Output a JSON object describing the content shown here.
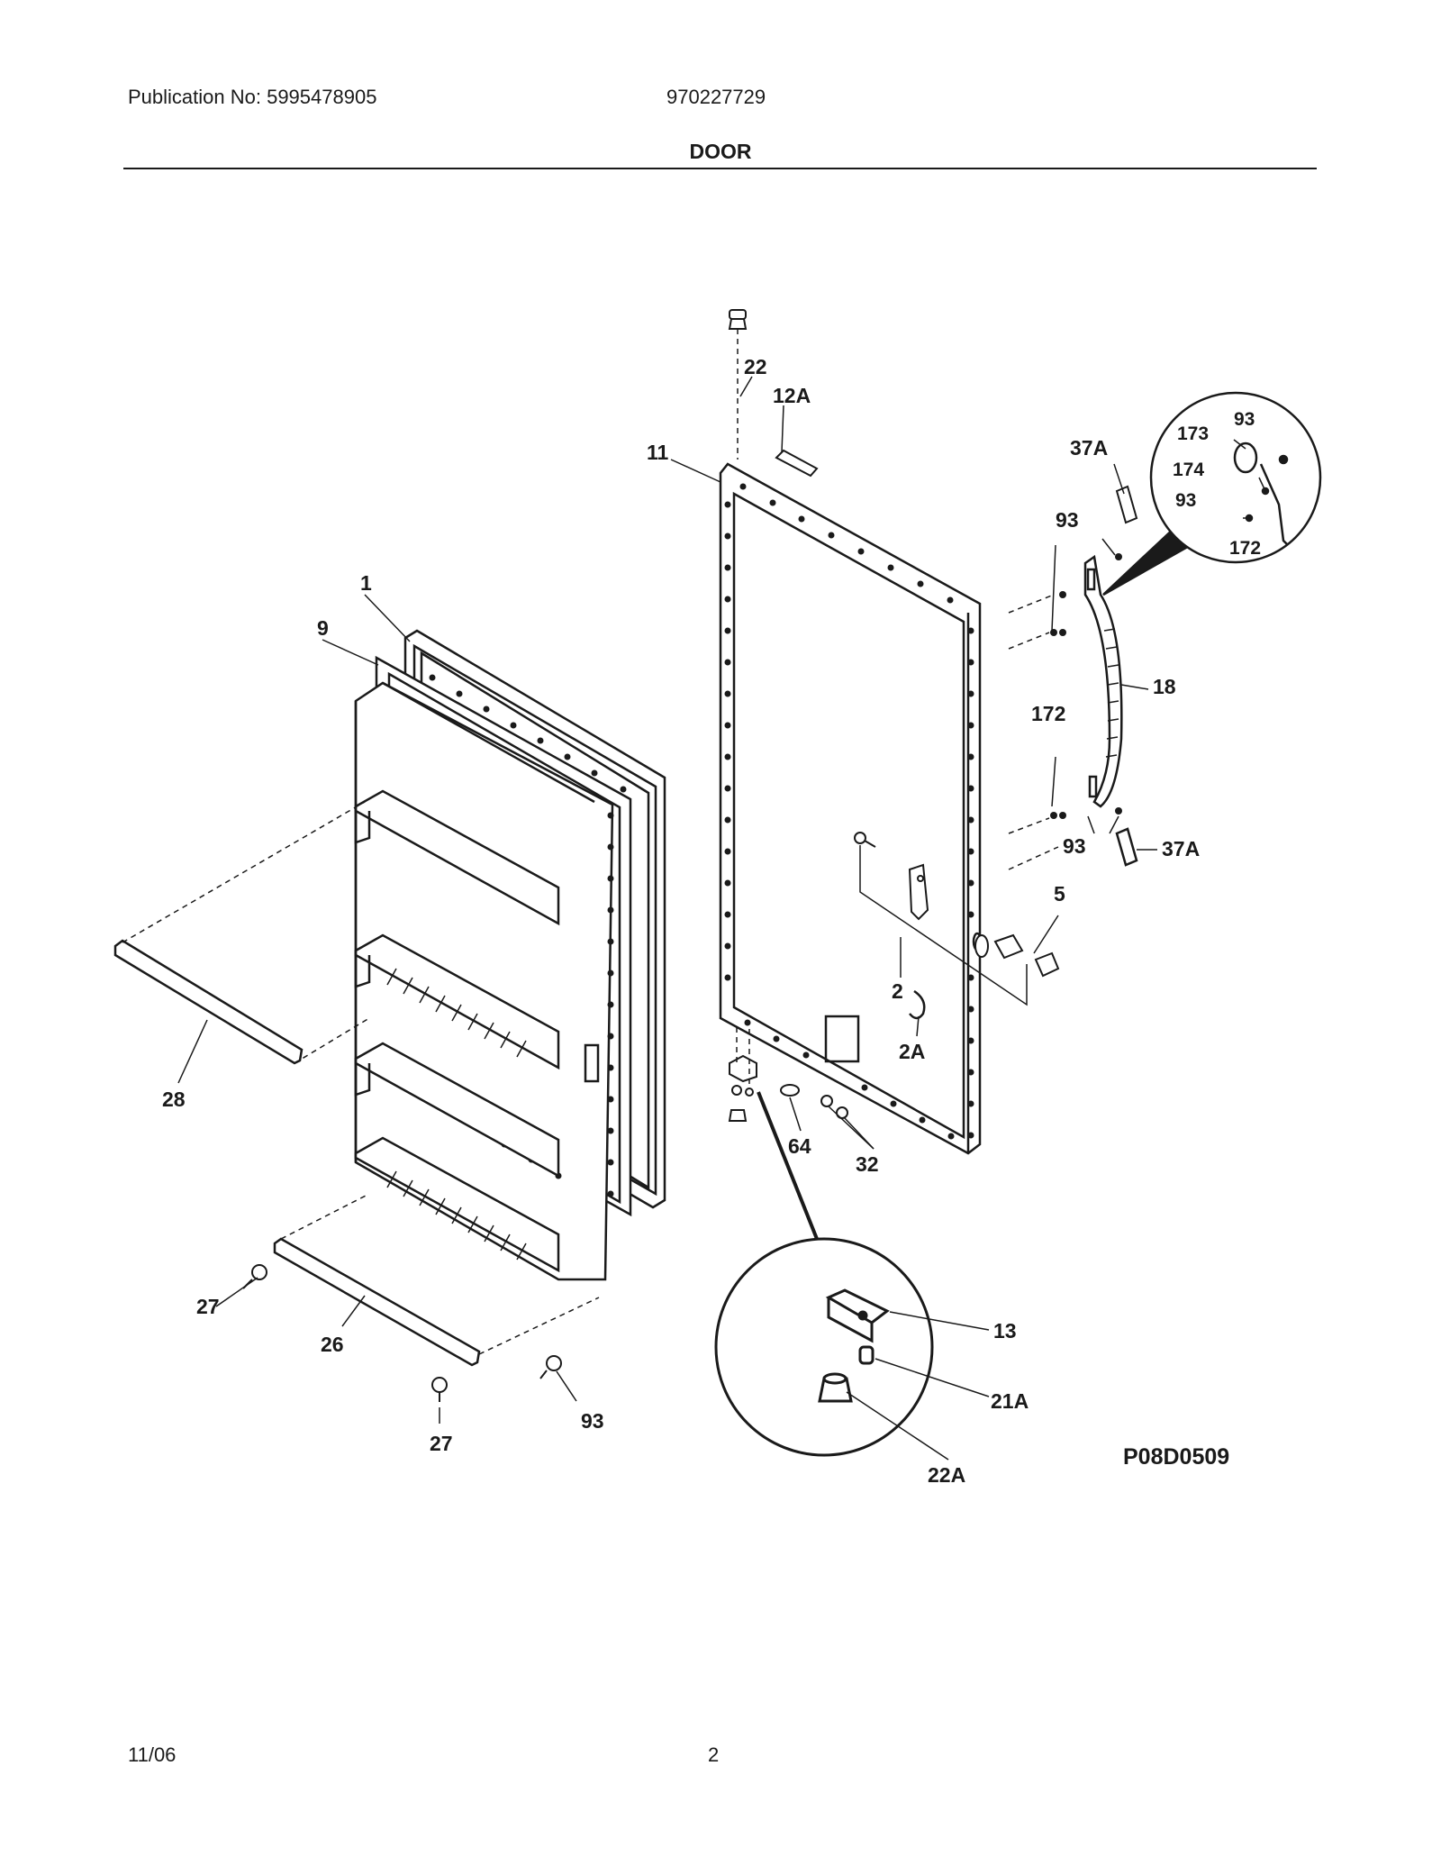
{
  "header": {
    "publication": "Publication No: 5995478905",
    "model": "970227729",
    "title": "DOOR"
  },
  "diagram": {
    "code": "P08D0509",
    "callouts": {
      "c1": "1",
      "c9": "9",
      "c28": "28",
      "c27a": "27",
      "c26": "26",
      "c27b": "27",
      "c93a": "93",
      "c22": "22",
      "c12A": "12A",
      "c11": "11",
      "c37Aa": "37A",
      "c37Ab": "37A",
      "c173": "173",
      "c93b": "93",
      "c174": "174",
      "c93c": "93",
      "c172a": "172",
      "c93d": "93",
      "c172b": "172",
      "c18": "18",
      "c93e": "93",
      "c5": "5",
      "c2": "2",
      "c2A": "2A",
      "c64": "64",
      "c32": "32",
      "c13": "13",
      "c21A": "21A",
      "c22A": "22A"
    }
  },
  "footer": {
    "date": "11/06",
    "page": "2"
  }
}
